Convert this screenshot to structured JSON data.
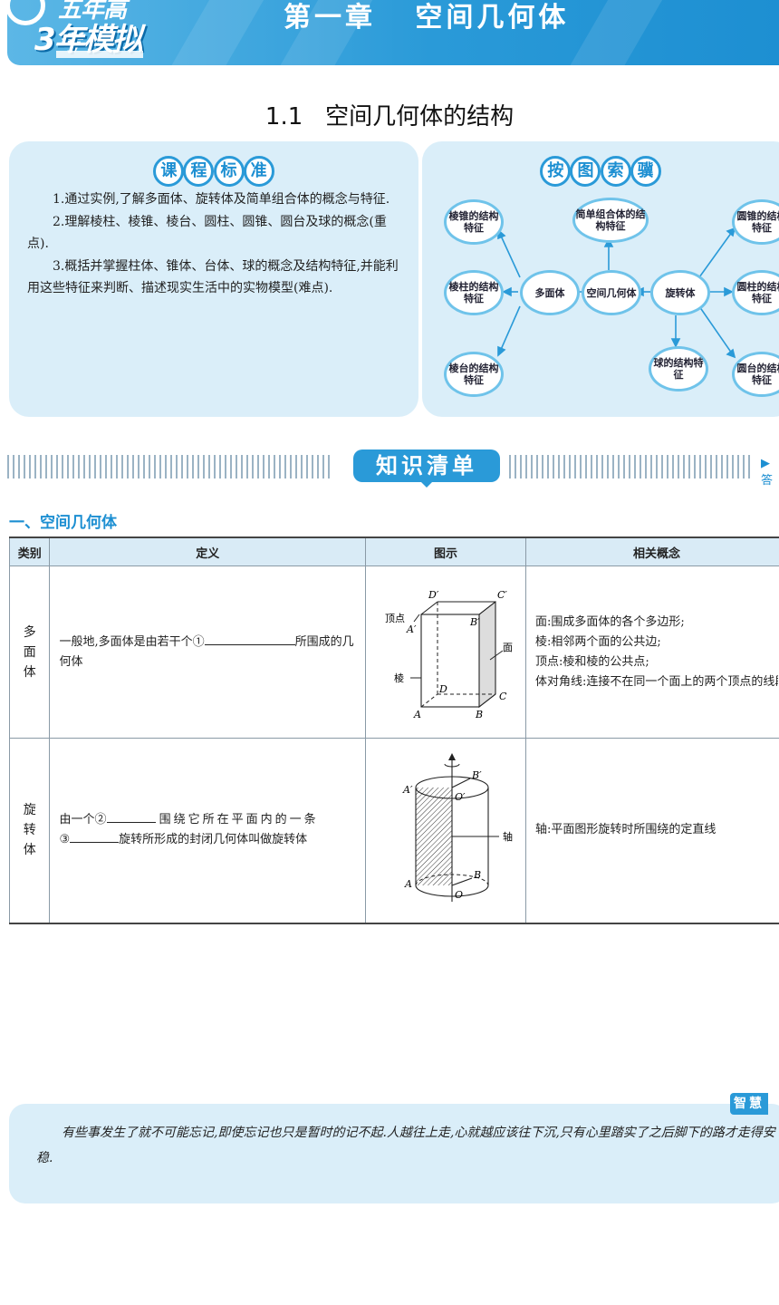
{
  "header": {
    "logo_line1": "五年高考",
    "logo_line2": "3年模拟",
    "chapter_title": "第一章   空间几何体"
  },
  "section_title": "1.1   空间几何体的结构",
  "standards": {
    "title_chars": [
      "课",
      "程",
      "标",
      "准"
    ],
    "items": [
      "1.通过实例,了解多面体、旋转体及简单组合体的概念与特征.",
      "2.理解棱柱、棱锥、棱台、圆柱、圆锥、圆台及球的概念(重点).",
      "3.概括并掌握柱体、锥体、台体、球的概念及结构特征,并能利用这些特征来判断、描述现实生活中的实物模型(难点)."
    ]
  },
  "mindmap": {
    "title_chars": [
      "按",
      "图",
      "索",
      "骥"
    ],
    "nodes": {
      "pyramid": "棱锥的结构特征",
      "prism": "棱柱的结构特征",
      "frustum": "棱台的结构特征",
      "polyhedron": "多面体",
      "simple_combo": "简单组合体的结构特征",
      "center": "空间几何体",
      "solid_rev": "旋转体",
      "sphere": "球的结构特征",
      "cone": "圆锥的结构特征",
      "cylinder": "圆柱的结构特征",
      "frustum_cone": "圆台的结构特征"
    }
  },
  "knowledge": {
    "title": "知识清单",
    "more": "▶答"
  },
  "sub_heading": "一、空间几何体",
  "table": {
    "headers": [
      "类别",
      "定义",
      "图示",
      "相关概念"
    ],
    "rows": [
      {
        "category": "多面体",
        "def_before": "一般地,多面体是由若干个①",
        "def_after": "所围成的几何体",
        "related": [
          "面:围成多面体的各个多边形;",
          "棱:相邻两个面的公共边;",
          "顶点:棱和棱的公共点;",
          "体对角线:连接不在同一个面上的两个顶点的线段"
        ],
        "figure_labels": {
          "vertex": "顶点",
          "edge": "棱",
          "face": "面",
          "A": "A",
          "B": "B",
          "C": "C",
          "D": "D",
          "A1": "A′",
          "B1": "B′",
          "C1": "C′",
          "D1": "D′"
        }
      },
      {
        "category": "旋转体",
        "def_p1": "由一个②",
        "def_p2": "围绕它所在平面内的一条",
        "def_p3": "③",
        "def_p4": "旋转所形成的封闭几何体叫做旋转体",
        "related": [
          "轴:平面图形旋转时所围绕的定直线"
        ],
        "figure_labels": {
          "axis": "轴",
          "A": "A",
          "O": "O",
          "B": "B",
          "A1": "A′",
          "O1": "O′",
          "B1": "B′"
        }
      }
    ]
  },
  "footer": {
    "badge": "智慧",
    "text": "有些事发生了就不可能忘记,即使忘记也只是暂时的记不起.人越往上走,心就越应该往下沉,只有心里踏实了之后脚下的路才走得安稳."
  }
}
